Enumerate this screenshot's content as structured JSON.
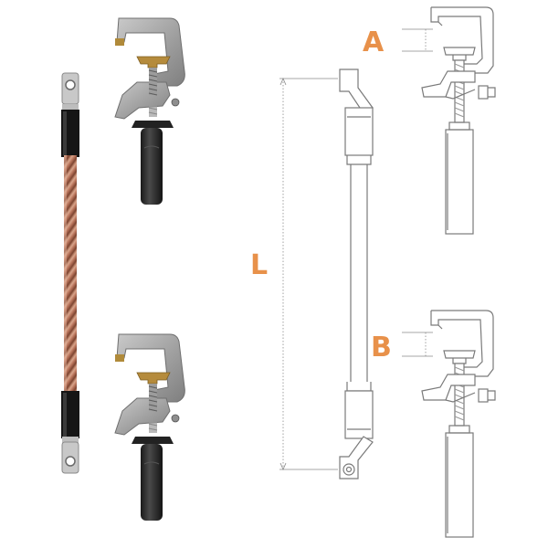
{
  "diagram": {
    "labels": {
      "dim_a": "A",
      "dim_b": "B",
      "dim_l": "L"
    },
    "colors": {
      "label": "#e8914a",
      "copper": "#b8735a",
      "copper_light": "#d9a58c",
      "clamp_metal": "#a7a7a7",
      "clamp_shadow": "#7d7d7d",
      "wing_nut": "#b58b3c",
      "handle": "#2b2b2b",
      "line": "#7a7a7a",
      "sleeve": "#151515"
    },
    "icons": {
      "photo_clamp": "earth-clamp-icon",
      "cable": "copper-cable-icon",
      "lug": "cable-lug-icon"
    }
  }
}
